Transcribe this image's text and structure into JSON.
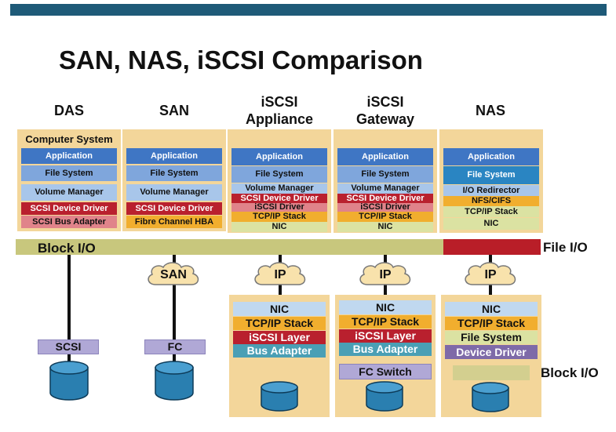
{
  "title": "SAN, NAS, iSCSI Comparison",
  "columns": {
    "das": {
      "head": "DAS",
      "panel_title": "Computer System",
      "layers": [
        "Application",
        "File System",
        "Volume Manager",
        "SCSI Device Driver",
        "SCSI Bus Adapter"
      ],
      "interface": "SCSI"
    },
    "san": {
      "head": "SAN",
      "layers": [
        "Application",
        "File System",
        "Volume Manager",
        "SCSI Device Driver",
        "Fibre Channel HBA"
      ],
      "cloud": "SAN",
      "interface": "FC"
    },
    "appliance": {
      "head_line1": "iSCSI",
      "head_line2": "Appliance",
      "layers": [
        "Application",
        "File System",
        "Volume Manager",
        "SCSI Device Driver",
        "iSCSI Driver",
        "TCP/IP Stack",
        "NIC"
      ],
      "cloud": "IP",
      "device_layers": [
        "NIC",
        "TCP/IP Stack",
        "iSCSI Layer",
        "Bus Adapter"
      ]
    },
    "gateway": {
      "head_line1": "iSCSI",
      "head_line2": "Gateway",
      "layers": [
        "Application",
        "File System",
        "Volume Manager",
        "SCSI Device Driver",
        "iSCSI Driver",
        "TCP/IP Stack",
        "NIC"
      ],
      "cloud": "IP",
      "device_layers": [
        "NIC",
        "TCP/IP Stack",
        "iSCSI Layer",
        "Bus Adapter"
      ],
      "switch": "FC Switch"
    },
    "nas": {
      "head": "NAS",
      "layers": [
        "Application",
        "File System",
        "I/O Redirector",
        "NFS/CIFS",
        "TCP/IP Stack",
        "NIC"
      ],
      "cloud": "IP",
      "device_layers": [
        "NIC",
        "TCP/IP Stack",
        "File System",
        "Device Driver"
      ]
    }
  },
  "bars": {
    "block_io": "Block I/O",
    "file_io": "File I/O",
    "nas_block_io": "Block I/O"
  },
  "colors": {
    "top_bar": "#1e5a78",
    "panel": "#f3d69a",
    "application": "#3f76c4",
    "scsi_driver": "#b9202e",
    "tcpip": "#f1ae2e",
    "block_io_bar": "#c8c77d",
    "file_io_bar": "#b91e28",
    "disk": "#2a7fb0"
  }
}
